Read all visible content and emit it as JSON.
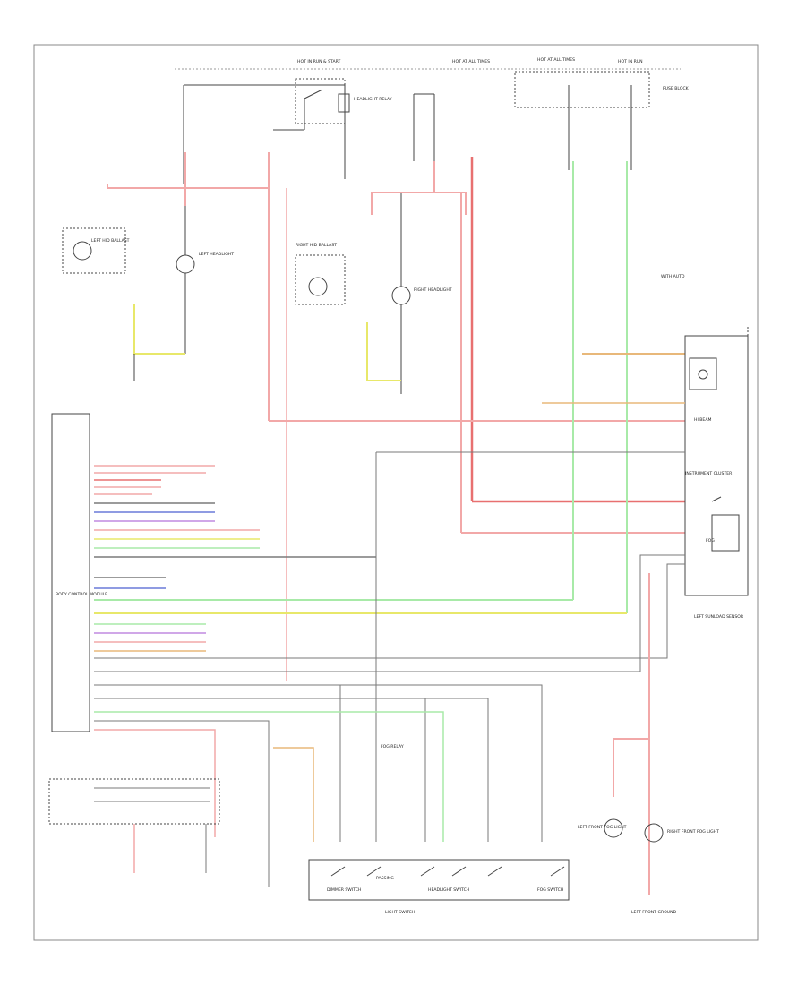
{
  "diagram": {
    "footer_id": "",
    "labels": {
      "hot_run_start": "HOT IN RUN & START",
      "hot_at_all_times_1": "HOT AT ALL TIMES",
      "hot_at_all_times_2": "HOT AT ALL TIMES",
      "hot_in_run": "HOT IN RUN",
      "headlight_relay": "HEADLIGHT RELAY",
      "fuse_block": "FUSE BLOCK",
      "left_hid_ballast": "LEFT HID BALLAST",
      "right_hid_ballast": "RIGHT HID BALLAST",
      "left_headlight": "LEFT HEADLIGHT",
      "right_headlight": "RIGHT HEADLIGHT",
      "instrument_cluster": "INSTRUMENT CLUSTER",
      "body_control_module": "BODY CONTROL MODULE",
      "light_switch": "LIGHT SWITCH",
      "dimmer_switch": "DIMMER SWITCH",
      "headlight_switch": "HEADLIGHT SWITCH",
      "fog_switch": "FOG SWITCH",
      "left_front_fog_light": "LEFT FRONT FOG LIGHT",
      "right_front_fog_light": "RIGHT FRONT FOG LIGHT",
      "left_front_ground": "LEFT FRONT GROUND",
      "hi_beam": "HI BEAM",
      "fog": "FOG",
      "passing": "PASSING",
      "with_auto": "WITH AUTO",
      "fog_relay": "FOG RELAY",
      "left_sunload_sensor": "LEFT SUNLOAD SENSOR"
    },
    "colors": {
      "red": "#f2a8a8",
      "dark_red": "#e87070",
      "green": "#a8eaa8",
      "yellow": "#e8e86a",
      "orange": "#e8b87a",
      "wire_gray": "#7a7a7a",
      "purple": "#c08ae0",
      "blue": "#6a7ad8"
    }
  }
}
